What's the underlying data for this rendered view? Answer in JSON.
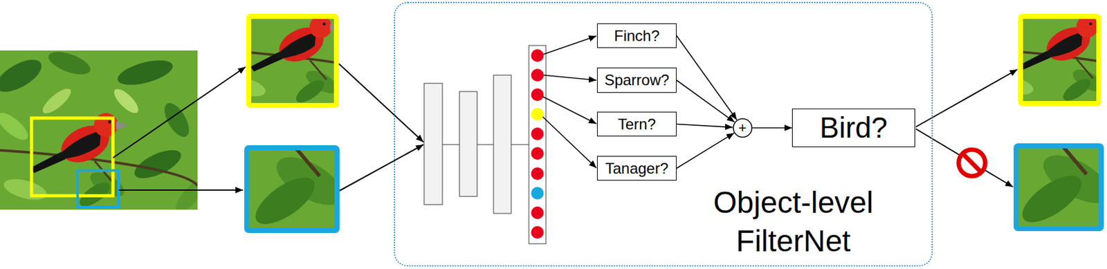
{
  "diagram": {
    "nodes": [
      {
        "text": [
          "Object-level FilterNet"
        ]
      },
      {
        "text": [
          "Finch?"
        ],
        "in": 0
      },
      {
        "text": [
          "Sparrow?"
        ],
        "in": 0
      },
      {
        "text": [
          "Tern?"
        ],
        "in": 0
      },
      {
        "text": [
          "Tanager?"
        ],
        "in": 0
      },
      {
        "text": [
          "+"
        ],
        "in": 0
      },
      {
        "text": [
          "Bird?"
        ],
        "in": 0
      }
    ],
    "edges": [
      {
        "from": 1,
        "to": 5,
        "arrow": "to"
      },
      {
        "from": 2,
        "to": 5,
        "arrow": "to"
      },
      {
        "from": 3,
        "to": 5,
        "arrow": "to"
      },
      {
        "from": 4,
        "to": 5,
        "arrow": "to"
      },
      {
        "from": 5,
        "to": 6,
        "arrow": "to"
      }
    ]
  }
}
